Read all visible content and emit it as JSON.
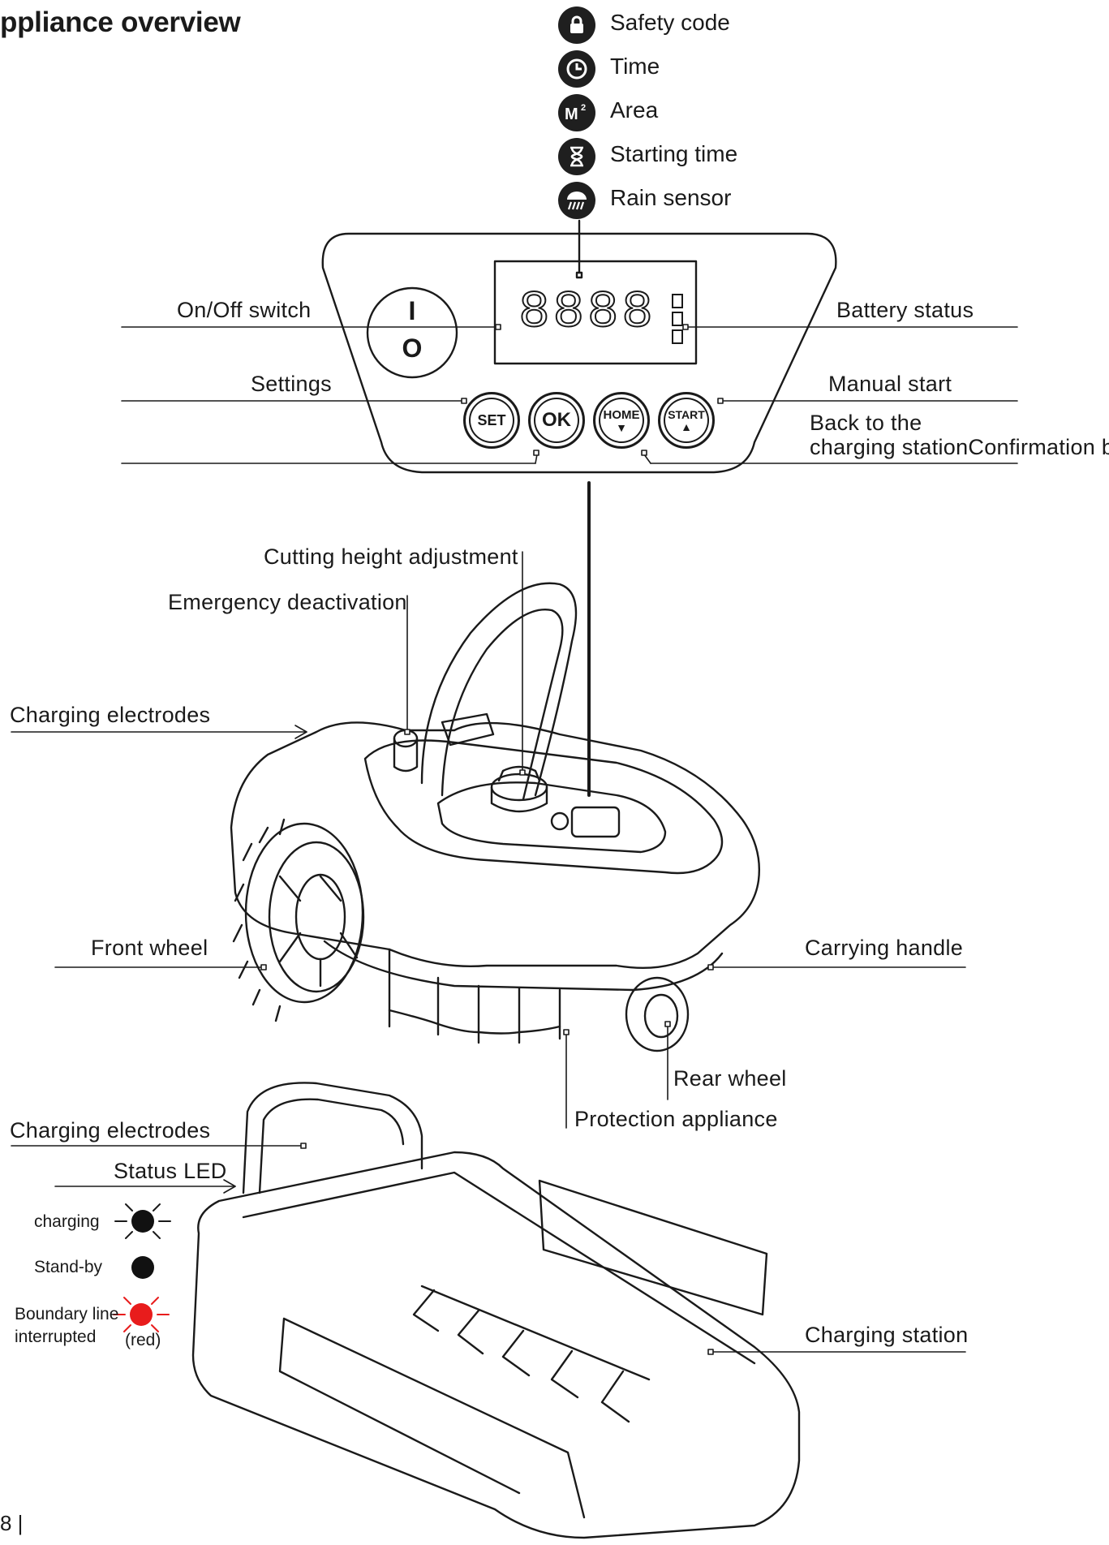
{
  "page": {
    "title": "ppliance overview",
    "page_number": "8 |"
  },
  "legend": [
    {
      "icon": "lock-icon",
      "label": "Safety code"
    },
    {
      "icon": "clock-icon",
      "label": "Time"
    },
    {
      "icon": "area-m2-icon",
      "label": "Area"
    },
    {
      "icon": "hourglass-icon",
      "label": "Starting time"
    },
    {
      "icon": "rain-sensor-icon",
      "label": "Rain sensor"
    }
  ],
  "panel": {
    "on_off": "On/Off switch",
    "battery": "Battery status",
    "settings": "Settings",
    "manual_start": "Manual start",
    "back_to_station_line1": "Back to the",
    "back_to_station_line2": "charging stationConfirmation b",
    "switch_on": "I",
    "switch_off": "O",
    "btn_set": "SET",
    "btn_ok": "OK",
    "btn_home": "HOME",
    "btn_start": "START",
    "display": "8888"
  },
  "mower": {
    "cutting_height": "Cutting height adjustment",
    "emergency": "Emergency deactivation",
    "charging_electrodes": "Charging electrodes",
    "front_wheel": "Front wheel",
    "carrying_handle": "Carrying handle",
    "rear_wheel": "Rear wheel",
    "protection": "Protection appliance"
  },
  "station": {
    "charging_electrodes": "Charging electrodes",
    "status_led": "Status LED",
    "charging_station": "Charging station",
    "led_states": [
      {
        "label": "charging",
        "color": "#111111"
      },
      {
        "label": "Stand-by",
        "color": "#111111"
      },
      {
        "label_line1": "Boundary line",
        "label_line2": "interrupted",
        "note": "(red)",
        "color": "#e81c1c"
      }
    ]
  }
}
